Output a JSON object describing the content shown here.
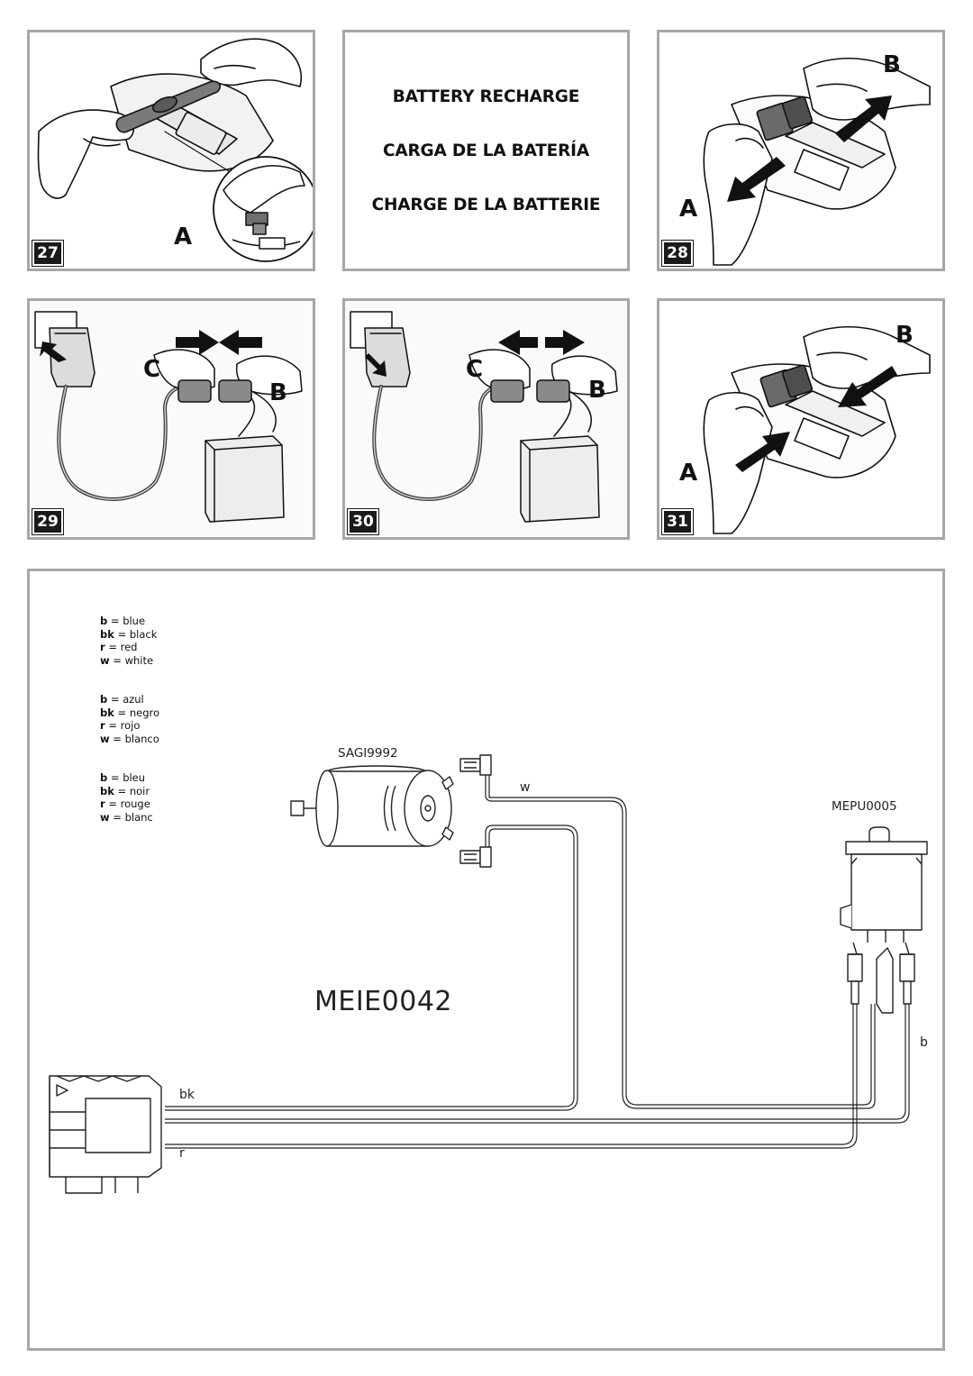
{
  "figures": {
    "fig27": {
      "number": "27",
      "label_a": "A"
    },
    "fig28": {
      "number": "28",
      "label_a": "A",
      "label_b": "B"
    },
    "fig29": {
      "number": "29",
      "label_b": "B",
      "label_c": "C"
    },
    "fig30": {
      "number": "30",
      "label_b": "B",
      "label_c": "C"
    },
    "fig31": {
      "number": "31",
      "label_a": "A",
      "label_b": "B"
    }
  },
  "title_panel": {
    "english": "BATTERY RECHARGE",
    "spanish": "CARGA DE LA BATERÍA",
    "french": "CHARGE DE LA BATTERIE"
  },
  "legend": {
    "english": [
      {
        "code": "b",
        "color": "blue"
      },
      {
        "code": "bk",
        "color": "black"
      },
      {
        "code": "r",
        "color": "red"
      },
      {
        "code": "w",
        "color": "white"
      }
    ],
    "spanish": [
      {
        "code": "b",
        "color": "azul"
      },
      {
        "code": "bk",
        "color": "negro"
      },
      {
        "code": "r",
        "color": "rojo"
      },
      {
        "code": "w",
        "color": "blanco"
      }
    ],
    "french": [
      {
        "code": "b",
        "color": "bleu"
      },
      {
        "code": "bk",
        "color": "noir"
      },
      {
        "code": "r",
        "color": "rouge"
      },
      {
        "code": "w",
        "color": "blanc"
      }
    ]
  },
  "wiring": {
    "motor_code": "SAGI9992",
    "switch_code": "MEPU0005",
    "harness_code": "MEIE0042",
    "wire_w": "w",
    "wire_b": "b",
    "wire_bk": "bk",
    "wire_r": "r"
  }
}
